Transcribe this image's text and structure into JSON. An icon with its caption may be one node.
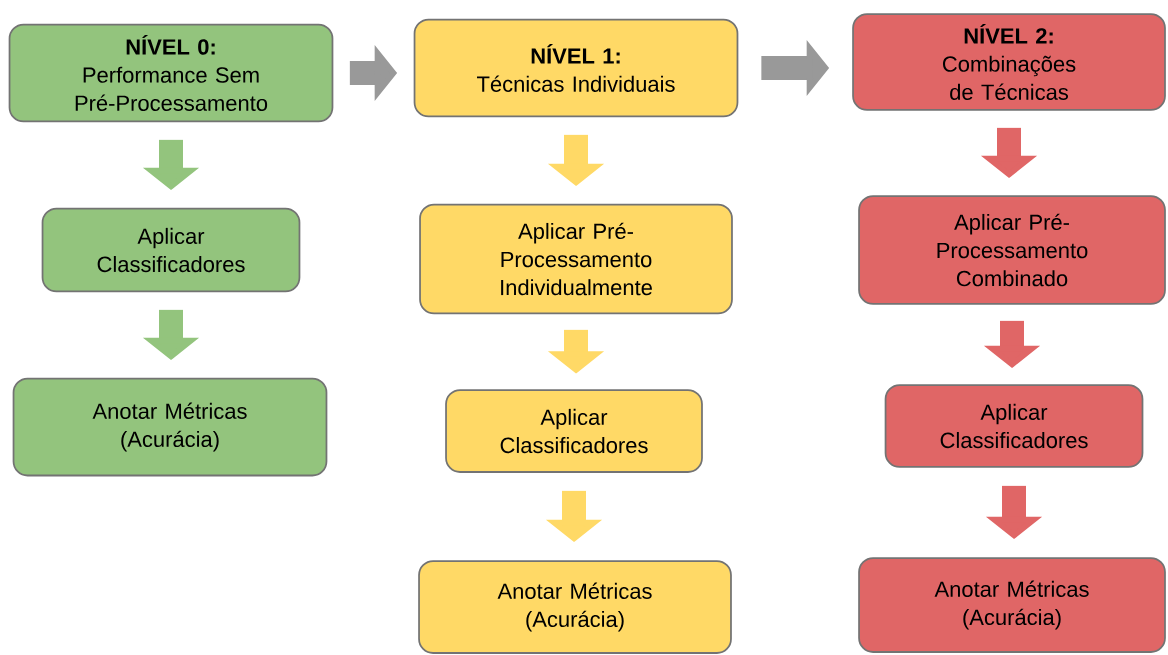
{
  "diagram": {
    "nodes": [
      {
        "text": [
          "NÍVEL 0:",
          "Performance Sem Pré-Processamento"
        ]
      },
      {
        "text": [
          "Aplicar Classificadores"
        ]
      },
      {
        "text": [
          "Anotar Métricas (Acurácia)"
        ]
      },
      {
        "text": [
          "NÍVEL 1:",
          "Técnicas Individuais"
        ]
      },
      {
        "text": [
          "Aplicar Pré-Processamento Individualmente"
        ]
      },
      {
        "text": [
          "Aplicar Classificadores"
        ]
      },
      {
        "text": [
          "Anotar Métricas (Acurácia)"
        ]
      },
      {
        "text": [
          "NÍVEL 2:",
          "Combinações de Técnicas"
        ]
      },
      {
        "text": [
          "Aplicar Pré-Processamento Combinado"
        ]
      },
      {
        "text": [
          "Aplicar Classificadores"
        ]
      },
      {
        "text": [
          "Anotar Métricas (Acurácia)"
        ]
      }
    ],
    "edges": [
      {
        "from": 0,
        "to": 1,
        "arrow": "to",
        "color": "#93c47d"
      },
      {
        "from": 1,
        "to": 2,
        "arrow": "to",
        "color": "#93c47d"
      },
      {
        "from": 0,
        "to": 3,
        "arrow": "to",
        "color": "#999999"
      },
      {
        "from": 3,
        "to": 4,
        "arrow": "to",
        "color": "#ffd966"
      },
      {
        "from": 4,
        "to": 5,
        "arrow": "to",
        "color": "#ffd966"
      },
      {
        "from": 5,
        "to": 6,
        "arrow": "to",
        "color": "#ffd966"
      },
      {
        "from": 3,
        "to": 7,
        "arrow": "to",
        "color": "#999999"
      },
      {
        "from": 7,
        "to": 8,
        "arrow": "to",
        "color": "#e06666"
      },
      {
        "from": 8,
        "to": 9,
        "arrow": "to",
        "color": "#e06666"
      },
      {
        "from": 9,
        "to": 10,
        "arrow": "to",
        "color": "#e06666"
      }
    ]
  }
}
